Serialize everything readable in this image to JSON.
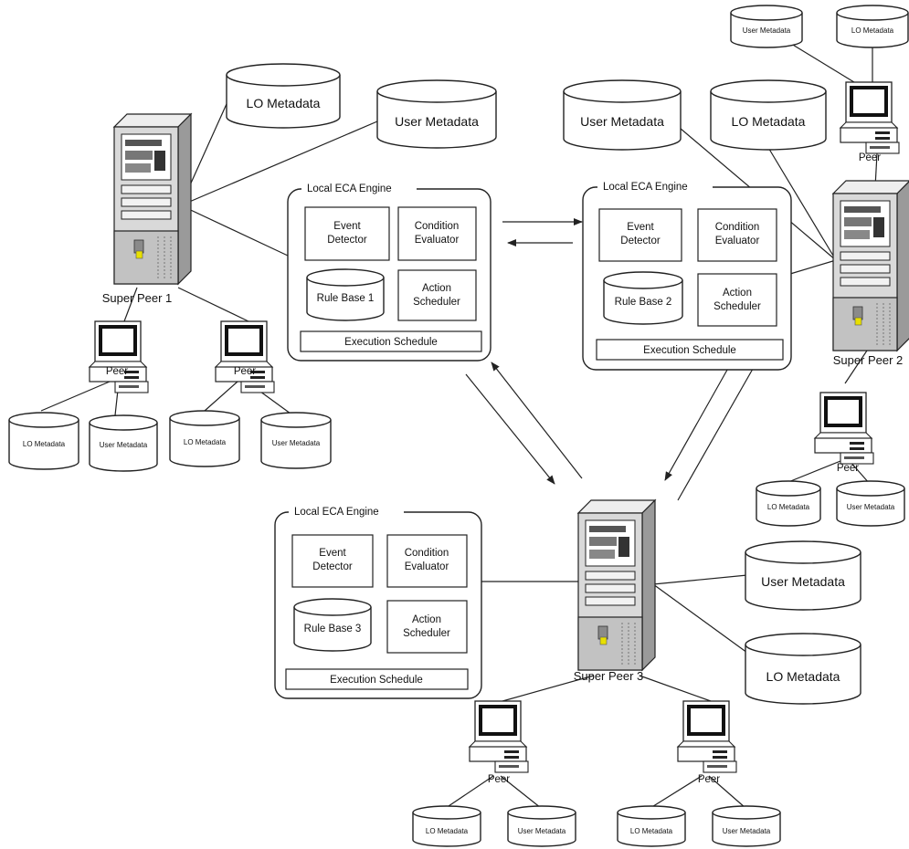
{
  "labels": {
    "local_eca_engine": "Local ECA Engine",
    "event_detector_1": "Event",
    "event_detector_2": "Detector",
    "condition_evaluator_1": "Condition",
    "condition_evaluator_2": "Evaluator",
    "action_scheduler_1": "Action",
    "action_scheduler_2": "Scheduler",
    "execution_schedule": "Execution Schedule",
    "rule_base_1": "Rule Base 1",
    "rule_base_2": "Rule Base 2",
    "rule_base_3": "Rule Base 3",
    "lo_metadata": "LO Metadata",
    "user_metadata": "User Metadata",
    "peer": "Peer",
    "super_peer_1": "Super Peer 1",
    "super_peer_2": "Super Peer 2",
    "super_peer_3": "Super Peer 3"
  },
  "colors": {
    "stroke": "#222222",
    "server_body": "#d9d9d9",
    "server_dark": "#9a9a9a",
    "indicator": "#e8e000"
  },
  "icons": [
    "server-icon",
    "desktop-computer-icon",
    "database-cylinder-icon",
    "arrow-icon"
  ]
}
